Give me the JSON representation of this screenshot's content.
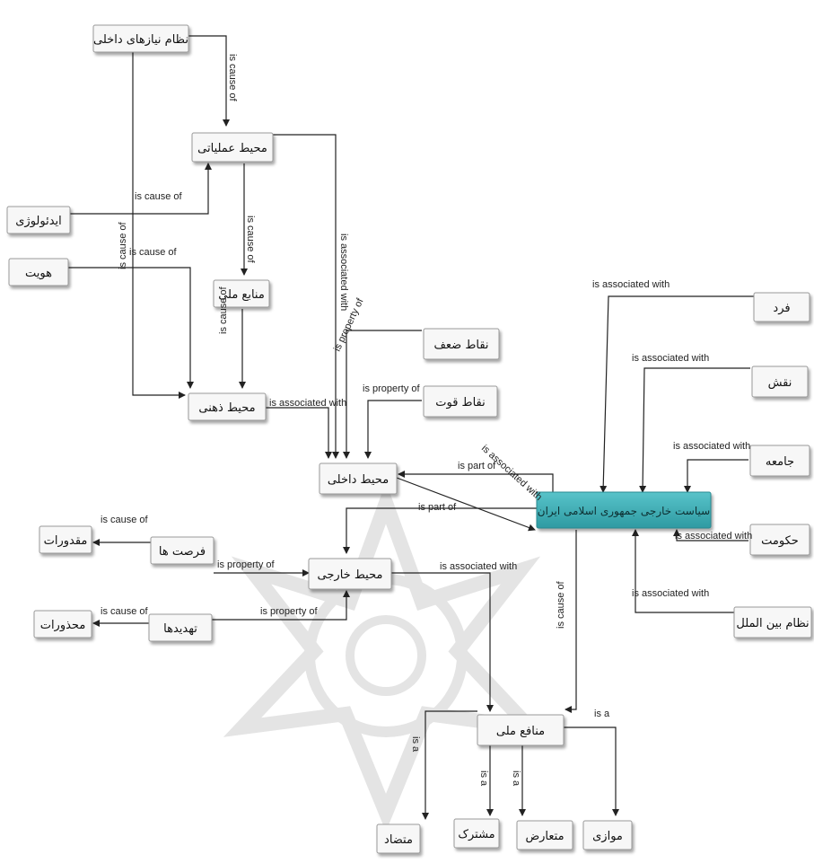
{
  "diagram": {
    "nodes": [
      {
        "id": "n1",
        "label": "نظام نیازهای داخلی"
      },
      {
        "id": "n2",
        "label": "محیط عملیاتی"
      },
      {
        "id": "n3",
        "label": "ایدئولوژی"
      },
      {
        "id": "n4",
        "label": "هویت"
      },
      {
        "id": "n5",
        "label": "منابع ملی"
      },
      {
        "id": "n6",
        "label": "محیط ذهنی"
      },
      {
        "id": "n7",
        "label": "نقاط ضعف"
      },
      {
        "id": "n8",
        "label": "نقاط قوت"
      },
      {
        "id": "n9",
        "label": "محیط داخلی"
      },
      {
        "id": "n10",
        "label": "سیاست خارجی جمهوری اسلامی ایران",
        "highlight": true
      },
      {
        "id": "n11",
        "label": "فرد"
      },
      {
        "id": "n12",
        "label": "نقش"
      },
      {
        "id": "n13",
        "label": "جامعه"
      },
      {
        "id": "n14",
        "label": "حکومت"
      },
      {
        "id": "n15",
        "label": "نظام بین الملل"
      },
      {
        "id": "n16",
        "label": "مقدورات"
      },
      {
        "id": "n17",
        "label": "فرصت ها"
      },
      {
        "id": "n18",
        "label": "محیط خارجی"
      },
      {
        "id": "n19",
        "label": "محذورات"
      },
      {
        "id": "n20",
        "label": "تهدیدها"
      },
      {
        "id": "n21",
        "label": "منافع ملی"
      },
      {
        "id": "n22",
        "label": "متضاد"
      },
      {
        "id": "n23",
        "label": "مشترک"
      },
      {
        "id": "n24",
        "label": "متعارض"
      },
      {
        "id": "n25",
        "label": "موازی"
      }
    ],
    "edges": [
      {
        "id": "e1",
        "label": "is cause of"
      },
      {
        "id": "e2",
        "label": "is cause of"
      },
      {
        "id": "e3",
        "label": "is cause of"
      },
      {
        "id": "e4",
        "label": "is cause of"
      },
      {
        "id": "e5",
        "label": "is cause of"
      },
      {
        "id": "e6",
        "label": "is cause of"
      },
      {
        "id": "e7",
        "label": "is associated with"
      },
      {
        "id": "e8",
        "label": "is associated with"
      },
      {
        "id": "e9",
        "label": "is property of"
      },
      {
        "id": "e10",
        "label": "is property of"
      },
      {
        "id": "e11",
        "label": "is part of"
      },
      {
        "id": "e12",
        "label": "is associated with"
      },
      {
        "id": "e13",
        "label": "is part of"
      },
      {
        "id": "e14",
        "label": "is associated with"
      },
      {
        "id": "e15",
        "label": "is associated with"
      },
      {
        "id": "e16",
        "label": "is associated with"
      },
      {
        "id": "e17",
        "label": "is associated with"
      },
      {
        "id": "e18",
        "label": "is associated with"
      },
      {
        "id": "e19",
        "label": "is cause of"
      },
      {
        "id": "e20",
        "label": "is property of"
      },
      {
        "id": "e21",
        "label": "is cause of"
      },
      {
        "id": "e22",
        "label": "is property of"
      },
      {
        "id": "e23",
        "label": "is associated with"
      },
      {
        "id": "e24",
        "label": "is cause of"
      },
      {
        "id": "e25",
        "label": "is a"
      },
      {
        "id": "e26",
        "label": "is a"
      },
      {
        "id": "e27",
        "label": "is a"
      },
      {
        "id": "e28",
        "label": "is a"
      }
    ]
  },
  "colors": {
    "node_fill": "#f7f7f7",
    "node_border": "#9a9a9a",
    "highlight_fill": "#3aa9b0",
    "line": "#222222",
    "watermark": "#e6e6e6"
  }
}
